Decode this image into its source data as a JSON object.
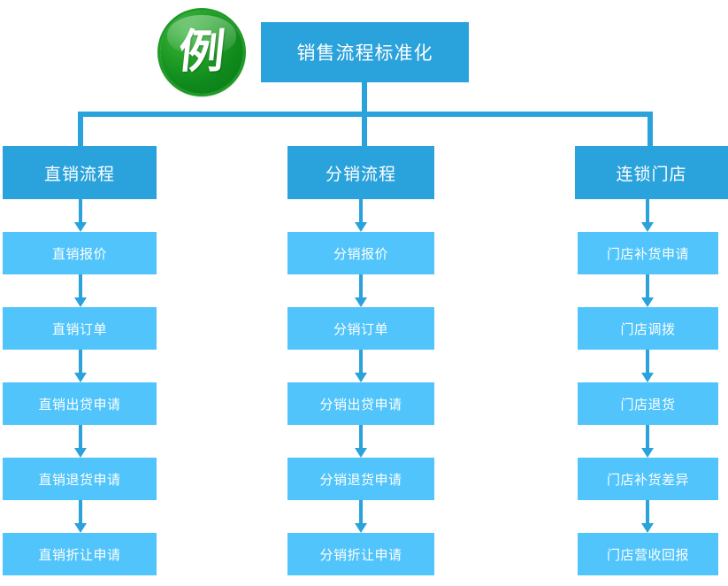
{
  "diagram": {
    "type": "org-flow-chart",
    "logo": {
      "glyph": "例",
      "name": "example-badge",
      "color": "#1f9a25"
    },
    "colors": {
      "header": "#2aa2db",
      "step": "#50c4fb",
      "connector": "#2aa2db",
      "text": "#ffffff",
      "background": "#ffffff"
    },
    "root": {
      "label": "销售流程标准化"
    },
    "branches": [
      {
        "header": "直销流程",
        "steps": [
          "直销报价",
          "直销订单",
          "直销出贷申请",
          "直销退货申请",
          "直销折让申请"
        ]
      },
      {
        "header": "分销流程",
        "steps": [
          "分销报价",
          "分销订单",
          "分销出贷申请",
          "分销退货申请",
          "分销折让申请"
        ]
      },
      {
        "header": "连锁门店",
        "steps": [
          "门店补货申请",
          "门店调拨",
          "门店退货",
          "门店补货差异",
          "门店营收回报"
        ]
      }
    ]
  }
}
